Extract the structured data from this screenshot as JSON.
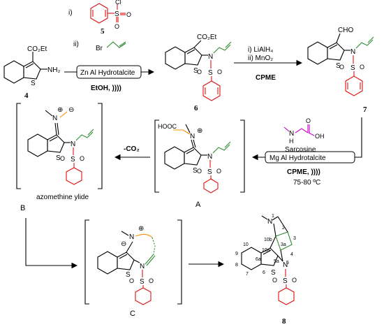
{
  "colors": {
    "sulfonyl": "#e01010",
    "allyl": "#2e8b2e",
    "sarcosine": "#c800c8",
    "ylide": "#ff8c00",
    "sonication": "#1a1aff"
  },
  "reagents1": {
    "step_i": "i)",
    "step_ii": "ii)",
    "sulfonyl_cl": "Cl",
    "sulfonyl_s": "S",
    "sulfonyl_o": "O",
    "compound5": "5",
    "allyl_br": "Br"
  },
  "compound4": {
    "co2et": "CO₂Et",
    "s": "S",
    "nh2": "NH₂",
    "num": "4"
  },
  "arrow1": {
    "catalyst": "Zn Al Hydrotalcite",
    "solvent": "EtOH, ))))"
  },
  "compound6": {
    "co2et": "CO₂Et",
    "n": "N",
    "s": "S",
    "so2s": "S",
    "o1": "O",
    "o2": "O",
    "num": "6"
  },
  "arrow2": {
    "step_i": "i) LiAlH₄",
    "step_ii": "ii) MnO₂",
    "solvent": "CPME"
  },
  "compound7": {
    "cho": "CHO",
    "n": "N",
    "s": "S",
    "so2s": "S",
    "o1": "O",
    "o2": "O",
    "num": "7"
  },
  "arrow3": {
    "sarcosine_nh": "N",
    "sarcosine_h": "H",
    "sarcosine_oh": "OH",
    "sarcosine_o": "O",
    "sarcosine_label": "Sarcosine",
    "catalyst": "Mg Al Hydrotalcite",
    "solvent": "CPME, ))))",
    "temp": "75-80 ºC"
  },
  "intermediateA": {
    "cooh": "HOOC",
    "nplus": "N",
    "plus": "⊕",
    "n": "N",
    "s": "S",
    "so2s": "S",
    "o1": "O",
    "o2": "O",
    "label": "A"
  },
  "arrow4": {
    "label": "-CO₂"
  },
  "intermediateB": {
    "nplus": "N",
    "plus": "⊕",
    "minus": "⊖",
    "n": "N",
    "s": "S",
    "so2s": "S",
    "o1": "O",
    "o2": "O",
    "caption": "azomethine  ylide",
    "label": "B"
  },
  "intermediateC": {
    "nplus": "N",
    "plus": "⊕",
    "minus": "⊖",
    "n": "N",
    "s": "S",
    "so2s": "S",
    "o1": "O",
    "o2": "O",
    "label": "C"
  },
  "product8": {
    "n1": "N",
    "s": "S",
    "n5": "N",
    "so2s": "S",
    "o1": "O",
    "o2": "O",
    "num": "8",
    "l1": "1",
    "l2": "2",
    "l3": "3",
    "l3a": "3a",
    "l4": "4",
    "l5": "5",
    "l5a": "5a",
    "l6": "6",
    "l6a": "6a",
    "l7": "7",
    "l8": "8",
    "l9": "9",
    "l10": "10",
    "l10a": "10a",
    "l10b": "10b"
  }
}
